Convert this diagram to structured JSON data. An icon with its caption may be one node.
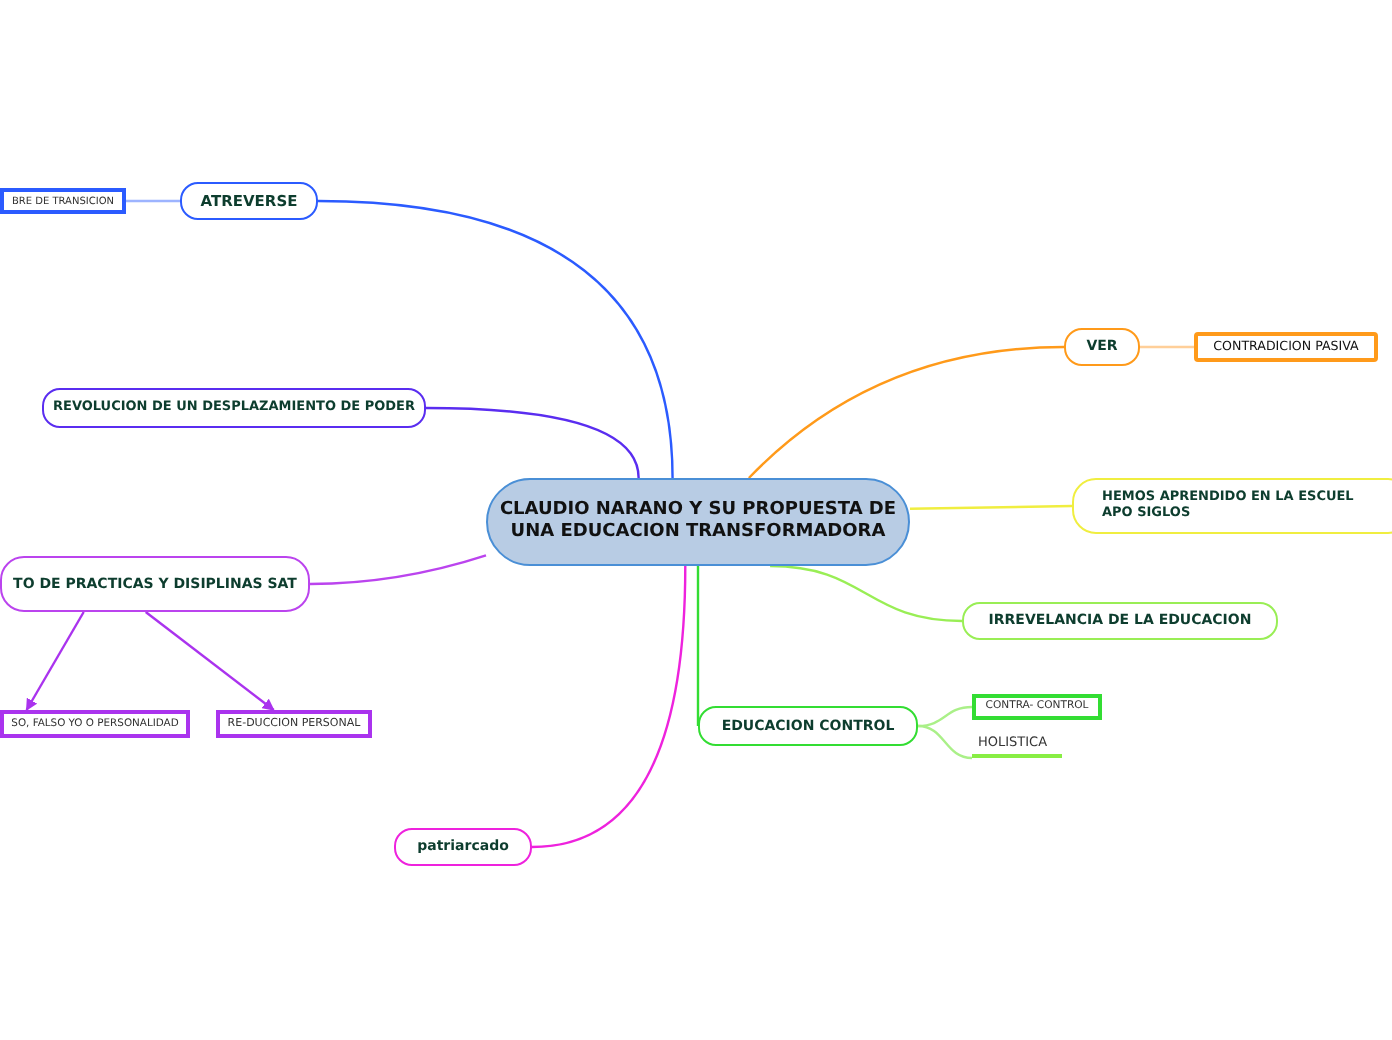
{
  "diagram": {
    "nodes": [
      {
        "text": [
          "CLAUDIO NARANO Y SU PROPUESTA DE UNA EDUCACION TRANSFORMADORA"
        ]
      },
      {
        "text": [
          "ATREVERSE"
        ]
      },
      {
        "text": [
          "BRE DE TRANSICION"
        ]
      },
      {
        "text": [
          "REVOLUCION DE UN DESPLAZAMIENTO DE PODER"
        ]
      },
      {
        "text": [
          "TO DE PRACTICAS Y DISIPLINAS SAT"
        ]
      },
      {
        "text": [
          "SO, FALSO YO O PERSONALIDAD"
        ]
      },
      {
        "text": [
          "RE-DUCCION PERSONAL"
        ]
      },
      {
        "text": [
          "patriarcado"
        ]
      },
      {
        "text": [
          "VER"
        ]
      },
      {
        "text": [
          "CONTRADICION PASIVA"
        ]
      },
      {
        "text": [
          "HEMOS APRENDIDO EN LA ESCUEL APO SIGLOS"
        ]
      },
      {
        "text": [
          "IRREVELANCIA DE LA EDUCACION"
        ]
      },
      {
        "text": [
          "EDUCACION CONTROL"
        ]
      },
      {
        "text": [
          "CONTRA- CONTROL"
        ]
      },
      {
        "text": [
          "HOLISTICA"
        ]
      }
    ],
    "edges": [
      {
        "from": 0,
        "to": 1,
        "arrow": "none",
        "color": "#2b5bff"
      },
      {
        "from": 1,
        "to": 2,
        "arrow": "none",
        "color": "#9db4ff"
      },
      {
        "from": 0,
        "to": 3,
        "arrow": "none",
        "color": "#5a2df0"
      },
      {
        "from": 0,
        "to": 4,
        "arrow": "none",
        "color": "#bb44ee"
      },
      {
        "from": 4,
        "to": 5,
        "arrow": "to",
        "color": "#aa33ee"
      },
      {
        "from": 4,
        "to": 6,
        "arrow": "to",
        "color": "#aa33ee"
      },
      {
        "from": 0,
        "to": 7,
        "arrow": "none",
        "color": "#ee22dd"
      },
      {
        "from": 0,
        "to": 8,
        "arrow": "none",
        "color": "#ff9a1a"
      },
      {
        "from": 8,
        "to": 9,
        "arrow": "none",
        "color": "#ffcf99"
      },
      {
        "from": 0,
        "to": 10,
        "arrow": "none",
        "color": "#f0ee40"
      },
      {
        "from": 0,
        "to": 11,
        "arrow": "none",
        "color": "#99ee55"
      },
      {
        "from": 0,
        "to": 12,
        "arrow": "none",
        "color": "#33dd33"
      },
      {
        "from": 12,
        "to": 13,
        "arrow": "none",
        "color": "#aaf088"
      },
      {
        "from": 12,
        "to": 14,
        "arrow": "none",
        "color": "#aaf088"
      }
    ]
  }
}
